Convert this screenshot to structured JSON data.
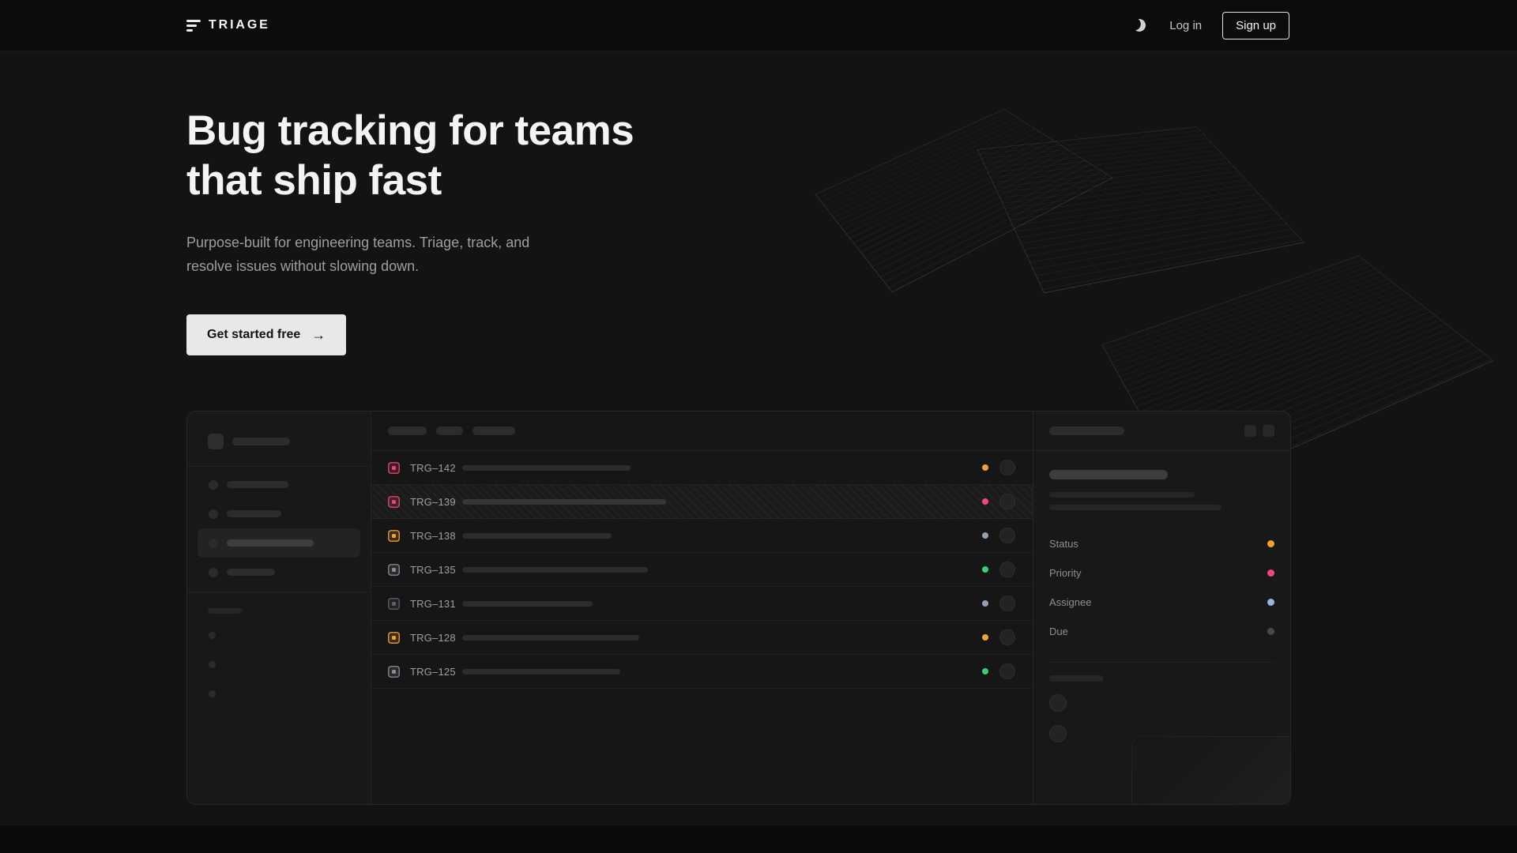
{
  "navbar": {
    "brand": "TRIAGE",
    "login_label": "Log in",
    "signup_label": "Sign up"
  },
  "hero": {
    "title_line1": "Bug tracking for teams",
    "title_line2": "that ship fast",
    "subtitle_line1": "Purpose-built for engineering teams. Triage, track, and",
    "subtitle_line2": "resolve issues without slowing down.",
    "cta_label": "Get started free",
    "cta_arrow": "→"
  },
  "app_preview": {
    "issues": [
      {
        "id": "TRG–142",
        "icon_color": "#e8456f",
        "status_color": "#f0a32f",
        "skeleton_width": 213,
        "selected": false
      },
      {
        "id": "TRG–139",
        "icon_color": "#e8456f",
        "status_color": "#f2467c",
        "skeleton_width": 258,
        "selected": true
      },
      {
        "id": "TRG–138",
        "icon_color": "#f0a32f",
        "status_color": "#93a0b8",
        "skeleton_width": 189,
        "selected": false
      },
      {
        "id": "TRG–135",
        "icon_color": "#868d98",
        "status_color": "#2ed573",
        "skeleton_width": 235,
        "selected": false
      },
      {
        "id": "TRG–131",
        "icon_color": "#5a5f68",
        "status_color": "#93a0b8",
        "skeleton_width": 165,
        "selected": false
      },
      {
        "id": "TRG–128",
        "icon_color": "#f0a32f",
        "status_color": "#f0a32f",
        "skeleton_width": 224,
        "selected": false
      },
      {
        "id": "TRG–125",
        "icon_color": "#868d98",
        "status_color": "#2ed573",
        "skeleton_width": 200,
        "selected": false
      }
    ],
    "detail_properties": [
      {
        "label": "Status",
        "dot_color": "#f0a32f"
      },
      {
        "label": "Priority",
        "dot_color": "#f2467c"
      },
      {
        "label": "Assignee",
        "dot_color": "#9db2dd"
      },
      {
        "label": "Due",
        "dot_color": "#46494e"
      }
    ]
  },
  "colors": {
    "page_bg": "#131313",
    "navbar_bg": "#0c0c0c",
    "footer_bg": "#0b0b0b",
    "panel_bg": "#161616",
    "cta_bg": "#e8e8e8",
    "amber": "#f0a32f",
    "pink": "#f2467c",
    "green": "#2ed573",
    "slate": "#93a0b8"
  }
}
